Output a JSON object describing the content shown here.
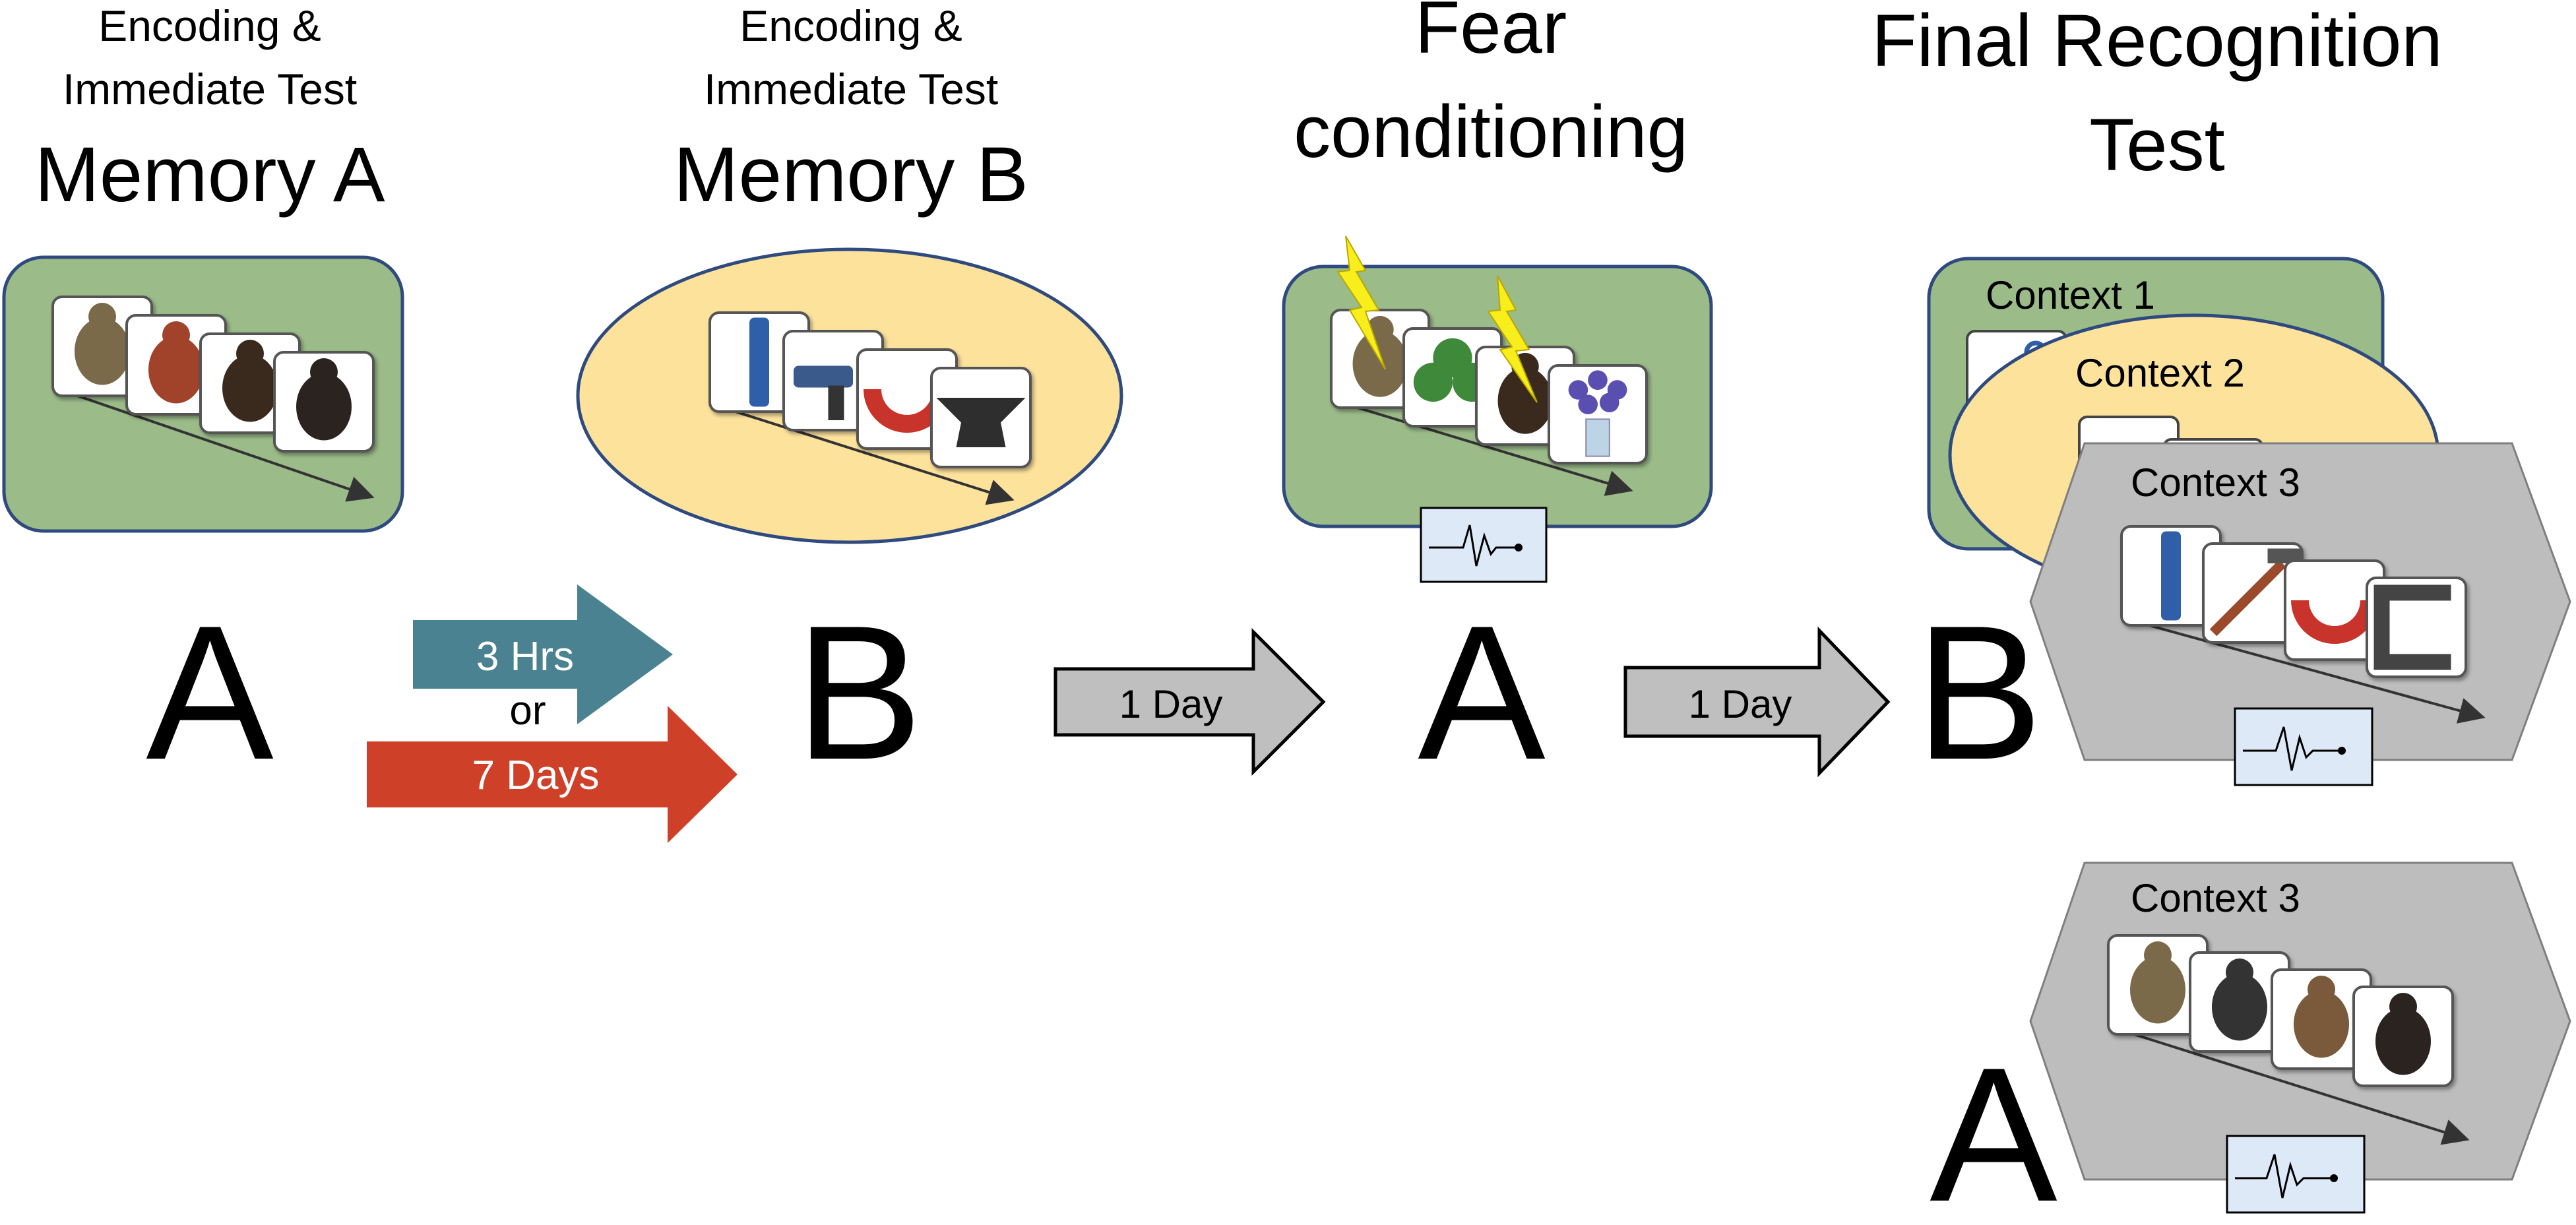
{
  "memory_a": {
    "header_line1": "Encoding &",
    "header_line2": "Immediate Test",
    "title": "Memory A",
    "letter": "A"
  },
  "memory_b": {
    "header_line1": "Encoding &",
    "header_line2": "Immediate Test",
    "title": "Memory B",
    "letter": "B"
  },
  "delay": {
    "option_1": "3 Hrs",
    "connector": "or",
    "option_2": "7 Days",
    "option_1_color": "#4a8291",
    "option_2_color": "#cf4028"
  },
  "fear": {
    "title_line1": "Fear",
    "title_line2": "conditioning",
    "letter": "A"
  },
  "interval_1": {
    "label": "1 Day"
  },
  "interval_2": {
    "label": "1 Day"
  },
  "final": {
    "title_line1": "Final Recognition",
    "title_line2": "Test",
    "context_1": "Context 1",
    "context_2": "Context 2",
    "context_3_top": "Context 3",
    "context_3_bottom": "Context 3",
    "letter_b": "B",
    "letter_a": "A"
  },
  "colors": {
    "context_green": "#9bbb89",
    "context_yellow": "#fde29c",
    "context_gray": "#bdbdbd",
    "border_blue": "#2e4a7e",
    "arrow_gray": "#bfbfbf",
    "scr_box": "#dde9f6",
    "shock": "#f7ee1b"
  },
  "items": {
    "memory_a": [
      "frog-icon",
      "red-panda-icon",
      "eagle-icon",
      "chimp-icon"
    ],
    "memory_b": [
      "chisel-icon",
      "drill-icon",
      "magnet-icon",
      "anvil-icon"
    ],
    "fear": [
      "frog-icon",
      "clover-icon",
      "eagle-icon",
      "flowers-icon"
    ],
    "test_b": [
      "chisel-icon",
      "hammer-icon",
      "magnet-icon",
      "clamp-icon"
    ],
    "test_a": [
      "frog-icon",
      "cow-icon",
      "hedgehog-icon",
      "chimp-icon"
    ]
  }
}
